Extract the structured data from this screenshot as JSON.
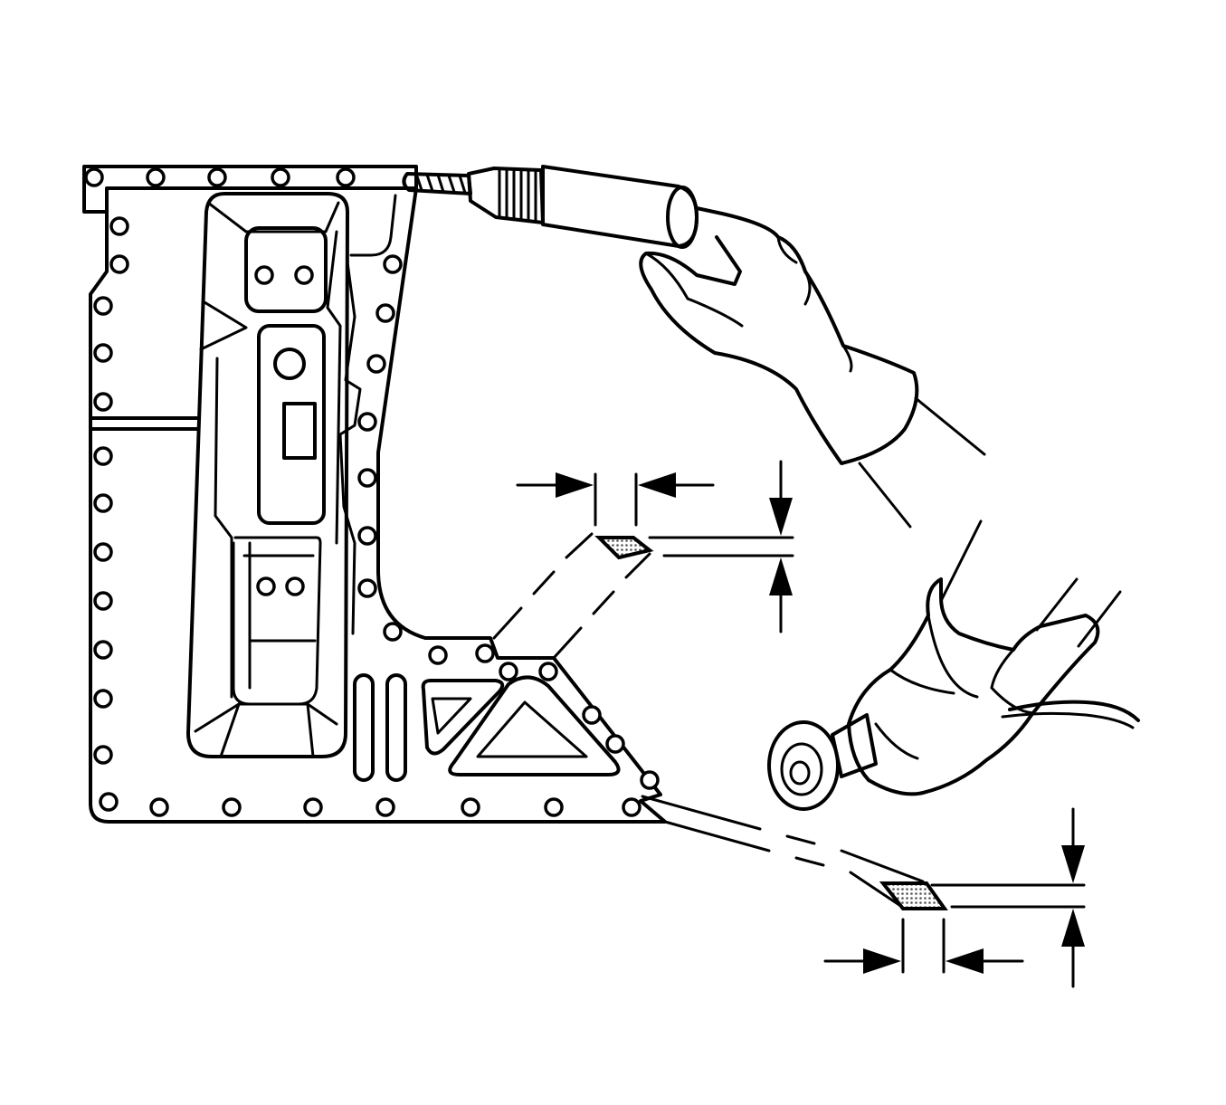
{
  "diagram": {
    "title": "",
    "colors": {
      "line": "#000000",
      "background": "#ffffff",
      "weld_fill": "#9a9a9a"
    },
    "components": {
      "panel": "floor-pan-panel",
      "drill": "spot-weld-drill",
      "grinder": "rotary-grinder",
      "welds": [
        "upper-weld-section",
        "lower-weld-section"
      ],
      "dimensions": [
        "upper-width-dimension",
        "upper-height-dimension",
        "lower-width-dimension",
        "lower-height-dimension"
      ]
    }
  }
}
